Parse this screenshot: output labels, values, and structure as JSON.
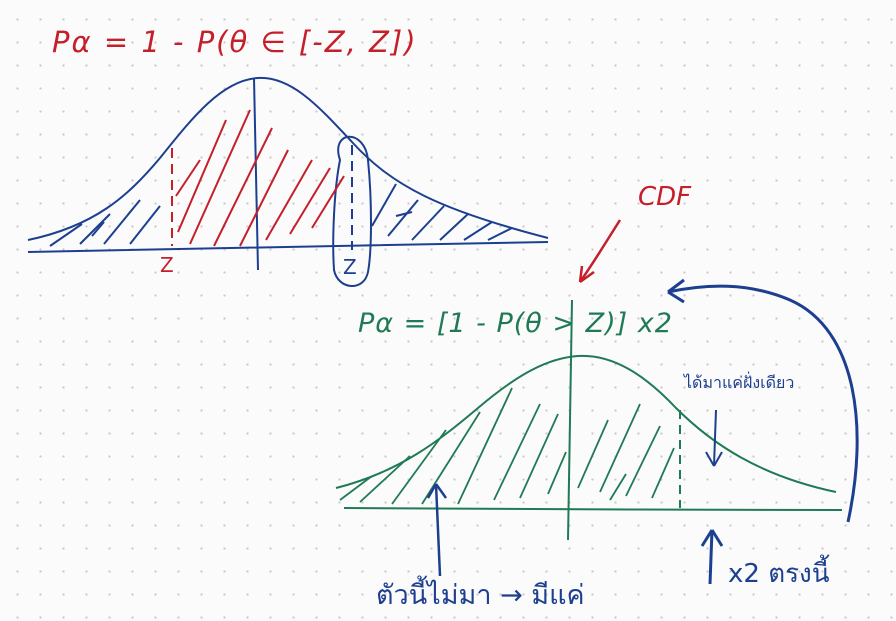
{
  "top_formula": "Pα = 1 - P(θ ∈ [-Z, Z])",
  "left_z": "Z",
  "right_z": "Z",
  "cdf_label": "CDF",
  "bottom_formula": "Pα = [1 - P(θ > Z)] x2",
  "note_one_side": "ได้มาแค่ฝั่งเดียว",
  "note_bottom": "ตัวนี้ไม่มา → มีแค่",
  "note_x2": "x2 ตรงนี้",
  "colors": {
    "red": "#c41f2a",
    "blue": "#1d3f8f",
    "green": "#1f7a55",
    "background": "#fbfbfb"
  }
}
